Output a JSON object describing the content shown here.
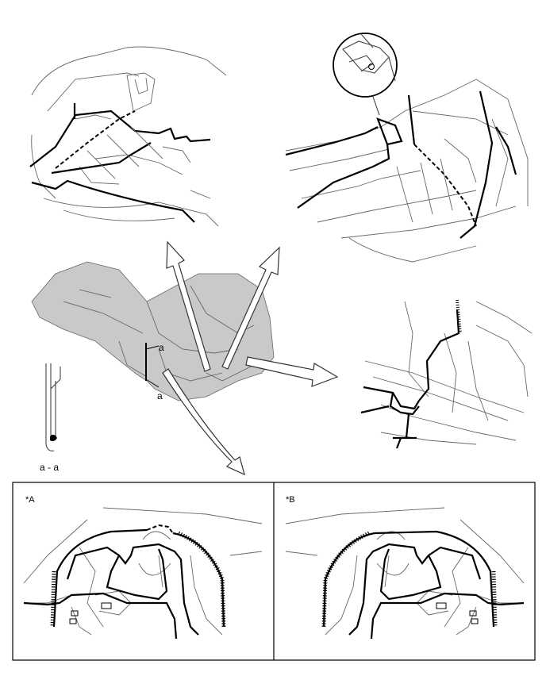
{
  "labels": {
    "section_a_top": "a",
    "section_a_bottom": "a",
    "section_caption": "a - a",
    "panel_a": "*A",
    "panel_b": "*B"
  },
  "colors": {
    "line": "#000000",
    "body_fill": "#c9c9c9",
    "background": "#ffffff"
  }
}
